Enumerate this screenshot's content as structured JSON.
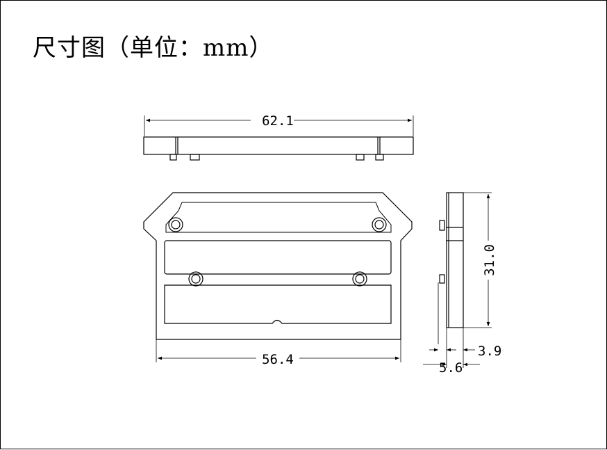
{
  "title": "尺寸图（单位：mm）",
  "dimensions": {
    "top_length": "62.1",
    "front_width": "56.4",
    "side_height": "31.0",
    "side_offset_small": "3.9",
    "side_offset_large": "5.6"
  },
  "colors": {
    "line": "#000000",
    "background": "#ffffff"
  }
}
